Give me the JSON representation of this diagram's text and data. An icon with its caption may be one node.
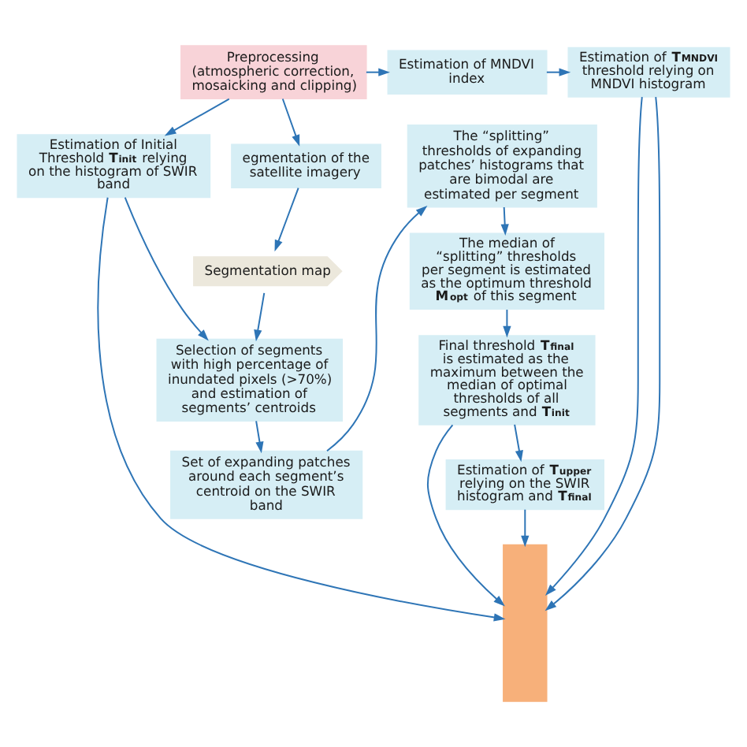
{
  "diagram": {
    "nodes": [
      {
        "text": [
          "Preprocessing (atmospheric correction, mosaicking and clipping)"
        ]
      },
      {
        "text": [
          "Estimation of MNDVI index"
        ]
      },
      {
        "text": [
          "Estimation of Initial Threshold **T$_{init}$** relying on the histogram of SWIR band"
        ]
      },
      {
        "text": [
          "egmentation of the satellite imagery"
        ]
      },
      {
        "text": [
          "Segmentation map"
        ]
      },
      {
        "text": [
          "Selection of segments with high percentage of inundated pixels (>70%) and estimation of segments’ centroids"
        ]
      },
      {
        "text": [
          "Set of expanding patches around each segment’s centroid on the SWIR band"
        ]
      },
      {
        "text": [
          "Estimation of **T$_{MNDVI}$** threshold relying on MNDVI histogram"
        ]
      },
      {
        "text": [
          "The “splitting” thresholds of expanding patches’ histograms that are bimodal are estimated per segment"
        ]
      },
      {
        "text": [
          "The median of “splitting” thresholds per segment is estimated as the optimum threshold **M$_{opt}$** of this segment"
        ]
      },
      {
        "text": [
          "Final threshold **T$_{final}$** is estimated as the maximum between the median of optimal thresholds of all segments and **T$_{init}$**"
        ]
      },
      {
        "text": [
          "Estimation of **T$_{upper}$** relying on the SWIR histogram and **T$_{final}$**"
        ]
      },
      {
        "text": [],
        "shape": "box"
      }
    ],
    "edges": [
      {
        "from": 0,
        "to": 1,
        "arrow": "to"
      },
      {
        "from": 0,
        "to": 2,
        "arrow": "to"
      },
      {
        "from": 0,
        "to": 3,
        "arrow": "to"
      },
      {
        "from": 3,
        "to": 4,
        "arrow": "to"
      },
      {
        "from": 4,
        "to": 5,
        "arrow": "to"
      },
      {
        "from": 2,
        "to": 5,
        "arrow": "to"
      },
      {
        "from": 5,
        "to": 6,
        "arrow": "to"
      },
      {
        "from": 6,
        "to": 8,
        "arrow": "to"
      },
      {
        "from": 1,
        "to": 7,
        "arrow": "to"
      },
      {
        "from": 7,
        "to": 12,
        "arrow": "to"
      },
      {
        "from": 7,
        "to": 12,
        "arrow": "to"
      },
      {
        "from": 2,
        "to": 12,
        "arrow": "to"
      },
      {
        "from": 8,
        "to": 9,
        "arrow": "to"
      },
      {
        "from": 9,
        "to": 10,
        "arrow": "to"
      },
      {
        "from": 10,
        "to": 11,
        "arrow": "to"
      },
      {
        "from": 10,
        "to": 12,
        "arrow": "to"
      },
      {
        "from": 11,
        "to": 12,
        "arrow": "to"
      }
    ]
  }
}
